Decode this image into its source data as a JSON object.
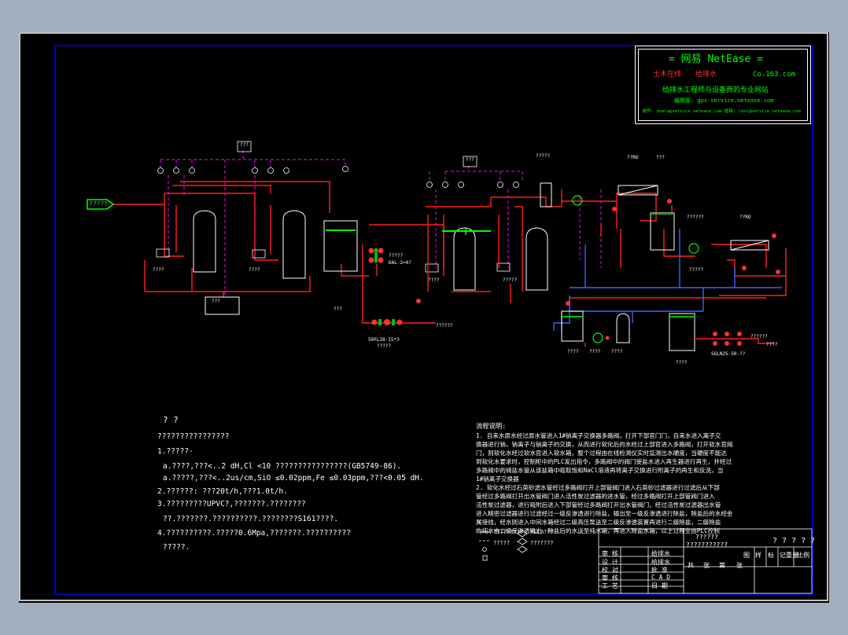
{
  "logo": {
    "title": "=  网易 NetEase  =",
    "line2_left": "土木在线",
    "line2_mid": "给排水",
    "line2_right": "Co.163.com",
    "slogan": "给排水工程师与设备商的专业网站",
    "editor": "编辑部: gps-service.netease.com",
    "contact": "邮件: dseta@service.netease.com  投稿: ldst@service.netease.com"
  },
  "labels": {
    "inlet": "?????",
    "top_box1": "???",
    "top_box2": "???",
    "pump1_label": "?????",
    "pump1_tag": "DAL-2=4?",
    "tank_label": "???",
    "pump2_tag": "50FLI8-15*3",
    "pump2_label": "?????",
    "to_out": "??????",
    "dosing": "???",
    "col1_a": "????",
    "col1_b": "????",
    "col2_a": "????",
    "col2_b": "?????",
    "filter_label": "?????",
    "ro_label1": "??RO",
    "ro_label2": "???",
    "tank_mid": "??????",
    "ro2": "??RO",
    "ro2_tank": "?????",
    "bot_a": "????",
    "bot_b": "????",
    "bot_c": "????",
    "bot_d": "????",
    "sgw": "SGLN25-50-??",
    "out2": "??????",
    "out3": "????"
  },
  "requirements": {
    "heading": "? ?",
    "lines": [
      "????????????????",
      "1.?????-",
      "a.????,???<..2  dH,Cl  <10  ????????????????(GB5749-86).",
      "a.?????,???<..2us/cm,SiO  ≤0.02ppm,Fe  ≤0.03ppm,???<0.05  dH.",
      "2.??????:       ???20t/h,???1.0t/h.",
      "3.?????????UPVC?,???????.????????",
      "??.???????.??????????.????????S161????.",
      "4.??????????.?????0.6Mpa,???????.??????????",
      "?????."
    ]
  },
  "process_notes": {
    "heading": "流程说明:",
    "lines": [
      "1. 自来水原水经过原水管进入1#钠离子交换器多路阀，打开下部官门门，自来水进入离子交",
      "换器进行钠，钠离子与钠离子的交换，从而进行软化后的水经过上部官进入多路阀，打开软水官阀",
      "门，则软化水经过软水官进入软水箱，整个过程由在线检测仪实时监测出水硬度，当硬度不能达",
      "到软化水要求时，控制柜中的PLC发出指令，多路阀中的阀门使盐水进入再生器进行再生，并经过",
      "多路阀中的阀盐水管从该盐箱中吸取饱和NaCl溶液再将离子交换进行附离子的再生和反洗，当",
      "1#钠离子交换器",
      "2. 软化水经过石英砂滤水管经过多路阀打开上部管阀门进入石英砂过滤器进行过滤后从下部",
      "管经过多路阀打开出水管阀门进入活性炭过滤器的进水管，经过多路阀打开上部管阀门进入",
      "活性炭过滤器，进行吸附后进入下部管经过多路阀打开出水管阀门，经过活性炭过滤器出水管",
      "进入精密过滤器进行过滤经过一级反渗透进行除盐，输出至一级反渗透进行除盐，除盐后的水经金",
      "属接线，经水则进入中间水箱经过二级高压泵送至二级反渗透装置再进行二级除盐，二级除盐",
      "的纯水由二级反渗透输出，除盐后的水送至纯水箱，再进入除盐水箱，以上过程全由PLC控制"
    ]
  },
  "legend": {
    "items": [
      "????????",
      "PLC????",
      "?????",
      "???????"
    ]
  },
  "title_block": {
    "project_a": "??????",
    "project_b": "???????????",
    "drawing_title": "? ? ? ? ?",
    "rows": [
      {
        "a": "审 核",
        "b": "给排水"
      },
      {
        "a": "设 计",
        "b": "给排水"
      },
      {
        "a": "校 对",
        "b": "批  准"
      },
      {
        "a": "审 核",
        "b": "C A D"
      },
      {
        "a": "工 艺",
        "b": "日  期"
      }
    ],
    "cols": [
      "共",
      "张",
      "第",
      "张"
    ],
    "right": [
      "图",
      "样",
      "标",
      "记",
      "重量",
      "比例"
    ]
  }
}
